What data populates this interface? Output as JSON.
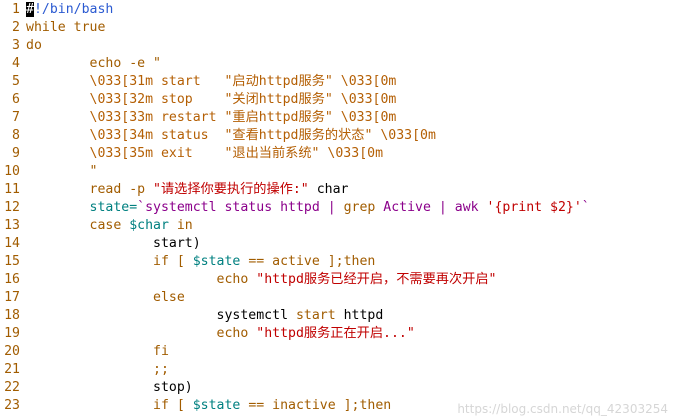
{
  "editor": {
    "watermark": "https://blog.csdn.net/qq_42303254",
    "lines": [
      {
        "n": "1",
        "segs": [
          {
            "t": "#",
            "c": "cursor"
          },
          {
            "t": "!/bin/bash",
            "c": "t-cmt"
          }
        ]
      },
      {
        "n": "2",
        "segs": [
          {
            "t": "while true",
            "c": "t-kw"
          }
        ]
      },
      {
        "n": "3",
        "segs": [
          {
            "t": "do",
            "c": "t-kw"
          }
        ]
      },
      {
        "n": "4",
        "segs": [
          {
            "t": "        echo -e \"",
            "c": "t-cmd"
          }
        ]
      },
      {
        "n": "5",
        "segs": [
          {
            "t": "        \\033[31m start   \"启动httpd服务\" \\033[0m",
            "c": "t-esc"
          }
        ]
      },
      {
        "n": "6",
        "segs": [
          {
            "t": "        \\033[32m stop    \"关闭httpd服务\" \\033[0m",
            "c": "t-esc"
          }
        ]
      },
      {
        "n": "7",
        "segs": [
          {
            "t": "        \\033[33m restart \"重启httpd服务\" \\033[0m",
            "c": "t-esc"
          }
        ]
      },
      {
        "n": "8",
        "segs": [
          {
            "t": "        \\033[34m status  \"查看httpd服务的状态\" \\033[0m",
            "c": "t-esc"
          }
        ]
      },
      {
        "n": "9",
        "segs": [
          {
            "t": "        \\033[35m exit    \"退出当前系统\" \\033[0m",
            "c": "t-esc"
          }
        ]
      },
      {
        "n": "10",
        "segs": [
          {
            "t": "        \"",
            "c": "t-cmd"
          }
        ]
      },
      {
        "n": "11",
        "segs": [
          {
            "t": "        read -p ",
            "c": "t-cmd"
          },
          {
            "t": "\"请选择你要执行的操作:\"",
            "c": "t-str"
          },
          {
            "t": " char",
            "c": "t-plain"
          }
        ]
      },
      {
        "n": "12",
        "segs": [
          {
            "t": "        state=",
            "c": "t-var"
          },
          {
            "t": "`systemctl status httpd | ",
            "c": "t-bt"
          },
          {
            "t": "grep",
            "c": "t-cmd"
          },
          {
            "t": " Active | awk ",
            "c": "t-bt"
          },
          {
            "t": "'{print $2}'",
            "c": "t-str"
          },
          {
            "t": "`",
            "c": "t-bt"
          }
        ]
      },
      {
        "n": "13",
        "segs": [
          {
            "t": "        case ",
            "c": "t-kw"
          },
          {
            "t": "$char",
            "c": "t-var"
          },
          {
            "t": " in",
            "c": "t-kw"
          }
        ]
      },
      {
        "n": "14",
        "segs": [
          {
            "t": "                start)",
            "c": "t-plain"
          }
        ]
      },
      {
        "n": "15",
        "segs": [
          {
            "t": "                if [ ",
            "c": "t-kw"
          },
          {
            "t": "$state",
            "c": "t-var"
          },
          {
            "t": " == active ];then",
            "c": "t-kw"
          }
        ]
      },
      {
        "n": "16",
        "segs": [
          {
            "t": "                        echo ",
            "c": "t-cmd"
          },
          {
            "t": "\"httpd服务已经开启，不需要再次开启\"",
            "c": "t-str"
          }
        ]
      },
      {
        "n": "17",
        "segs": [
          {
            "t": "                else",
            "c": "t-kw"
          }
        ]
      },
      {
        "n": "18",
        "segs": [
          {
            "t": "                        systemctl ",
            "c": "t-plain"
          },
          {
            "t": "start",
            "c": "t-kw"
          },
          {
            "t": " httpd",
            "c": "t-plain"
          }
        ]
      },
      {
        "n": "19",
        "segs": [
          {
            "t": "                        echo ",
            "c": "t-cmd"
          },
          {
            "t": "\"httpd服务正在开启...\"",
            "c": "t-str"
          }
        ]
      },
      {
        "n": "20",
        "segs": [
          {
            "t": "                fi",
            "c": "t-kw"
          }
        ]
      },
      {
        "n": "21",
        "segs": [
          {
            "t": "                ;;",
            "c": "t-kw"
          }
        ]
      },
      {
        "n": "22",
        "segs": [
          {
            "t": "                stop)",
            "c": "t-plain"
          }
        ]
      },
      {
        "n": "23",
        "segs": [
          {
            "t": "                if [ ",
            "c": "t-kw"
          },
          {
            "t": "$state",
            "c": "t-var"
          },
          {
            "t": " == inactive ];then",
            "c": "t-kw"
          }
        ]
      }
    ]
  }
}
